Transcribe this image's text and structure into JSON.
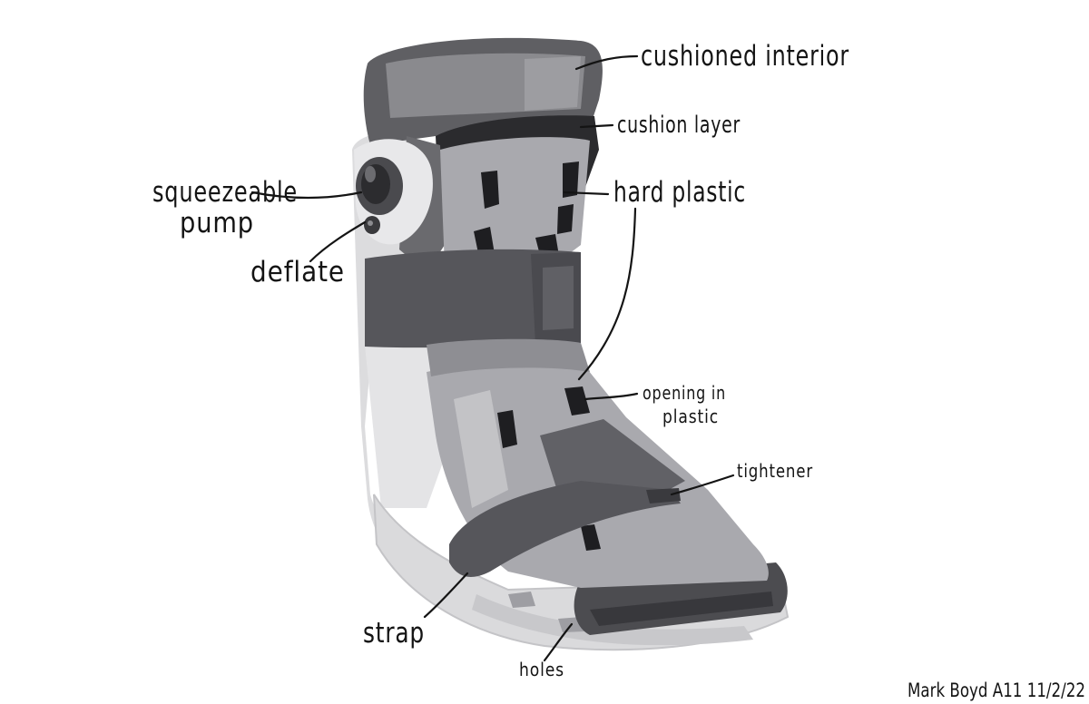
{
  "diagram": {
    "subject": "walking-boot",
    "labels": {
      "cushioned_interior": "cushioned interior",
      "cushion_layer": "cushion layer",
      "squeezeable_line1": "squeezeable",
      "squeezeable_line2": "pump",
      "deflate": "deflate",
      "hard_plastic": "hard plastic",
      "opening_line1": "opening in",
      "opening_line2": "plastic",
      "tightener": "tightener",
      "strap": "strap",
      "holes": "holes"
    },
    "signature": "Mark Boyd A11 11/2/22",
    "colors": {
      "ink": "#141414",
      "liner_dark": "#5f5f63",
      "liner_light": "#8a8a8e",
      "shell_light": "#dcdcde",
      "plastic": "#a9a9ae",
      "strap": "#56565b",
      "sole": "#4c4c50"
    }
  }
}
